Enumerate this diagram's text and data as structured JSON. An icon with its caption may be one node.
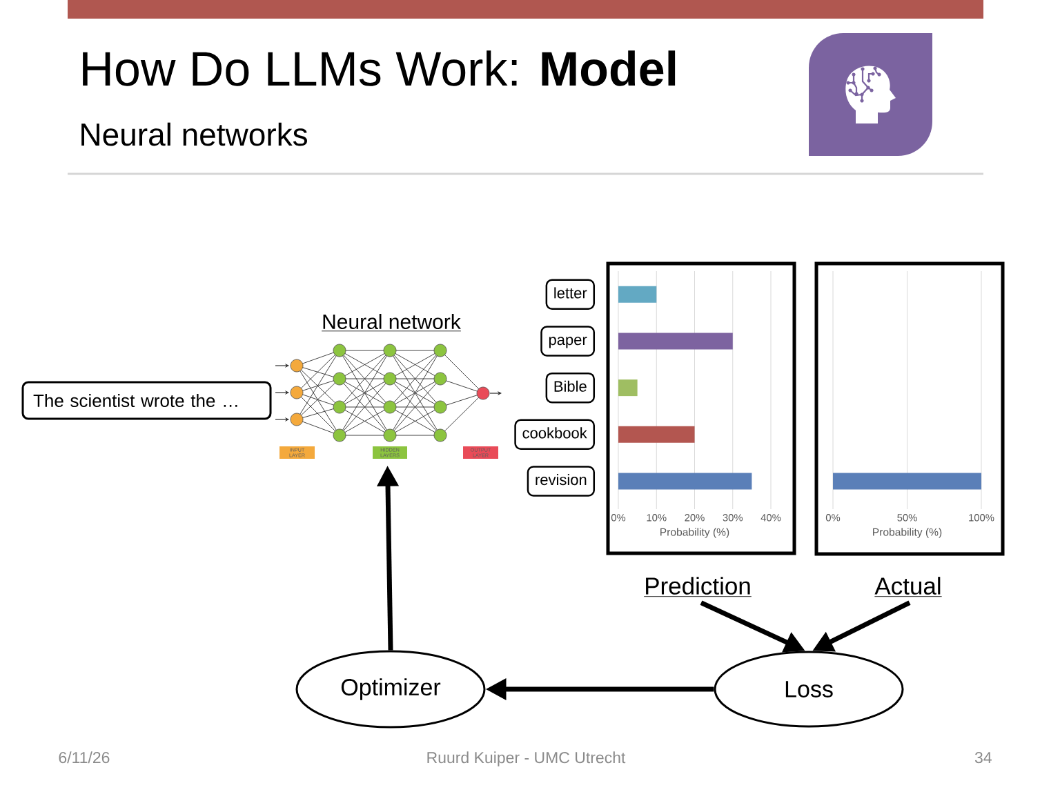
{
  "diagram": {
    "title": "How Do LLMs Work: **Model**",
    "nodes": [
      {
        "text": [],
        "shape": "bar"
      },
      {
        "text": [
          "The scientist wrote the …"
        ]
      },
      {
        "text": [
          "Neural network"
        ]
      },
      {
        "text": [
          "Prediction"
        ]
      },
      {
        "text": [
          "Actual"
        ]
      },
      {
        "text": [
          "Optimizer"
        ]
      },
      {
        "text": [
          "Loss"
        ]
      }
    ],
    "edges": [
      {
        "from": 3,
        "to": 6,
        "arrow": "to"
      },
      {
        "from": 4,
        "to": 6,
        "arrow": "to"
      },
      {
        "from": 6,
        "to": 5,
        "arrow": "to"
      },
      {
        "from": 5,
        "to": 2,
        "arrow": "to"
      }
    ],
    "labels": [
      "Neural networks",
      "INPUT LAYER",
      "HIDDEN LAYERS",
      "OUTPUT LAYER",
      "6/11/26",
      "Ruurd Kuiper - UMC Utrecht",
      "34"
    ],
    "chart_data": [
      {
        "type": "bar",
        "orientation": "horizontal",
        "grid": true,
        "xlabel": "Probability (%)",
        "categories": [
          "letter",
          "paper",
          "Bible",
          "cookbook",
          "revision"
        ],
        "series": [
          {
            "color": [
              "#63a9c3",
              "#7d63a0",
              "#9fbe62",
              "#b35650",
              "#5a7fb8"
            ],
            "values": [
              10,
              30,
              5,
              20,
              35
            ]
          }
        ],
        "xlim": [
          0,
          40
        ],
        "xticks": [
          {
            "value": 0,
            "label": "0%"
          },
          {
            "value": 10,
            "label": "10%"
          },
          {
            "value": 20,
            "label": "20%"
          },
          {
            "value": 30,
            "label": "30%"
          },
          {
            "value": 40,
            "label": "40%"
          }
        ]
      },
      {
        "type": "bar",
        "orientation": "horizontal",
        "grid": true,
        "xlabel": "Probability (%)",
        "series": [
          {
            "color": "#5a7fb8",
            "values": [
              0,
              0,
              0,
              0,
              100
            ]
          }
        ],
        "xlim": [
          0,
          100
        ],
        "xticks": [
          {
            "value": 0,
            "label": "0%"
          },
          {
            "value": 50,
            "label": "50%"
          },
          {
            "value": 100,
            "label": "100%"
          }
        ]
      }
    ]
  }
}
